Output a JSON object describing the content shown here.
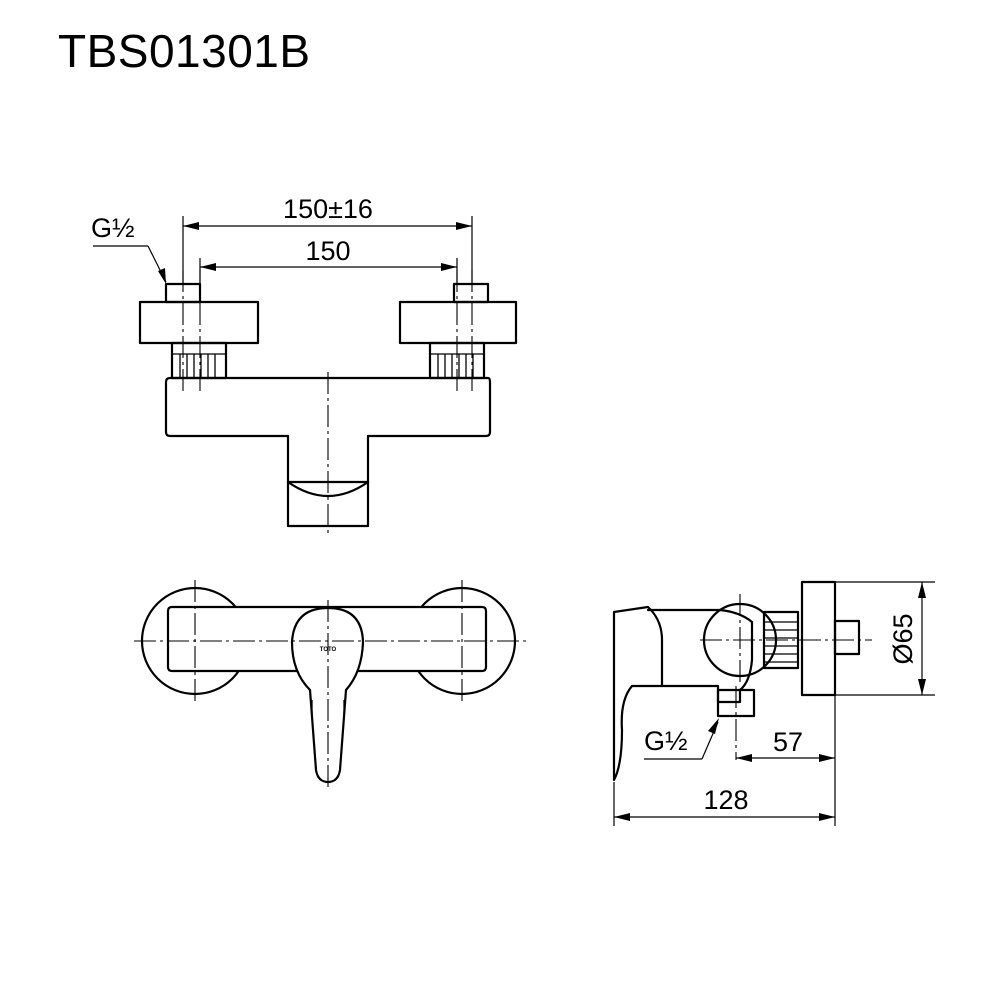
{
  "title": "TBS01301B",
  "front_view": {
    "dim_outer": "150±16",
    "dim_inner": "150",
    "thread_label": "G½"
  },
  "top_view": {
    "logo_text": "TOTO"
  },
  "side_view": {
    "dim_diameter": "Ø65",
    "thread_label": "G½",
    "dim_depth": "57",
    "dim_total": "128"
  }
}
